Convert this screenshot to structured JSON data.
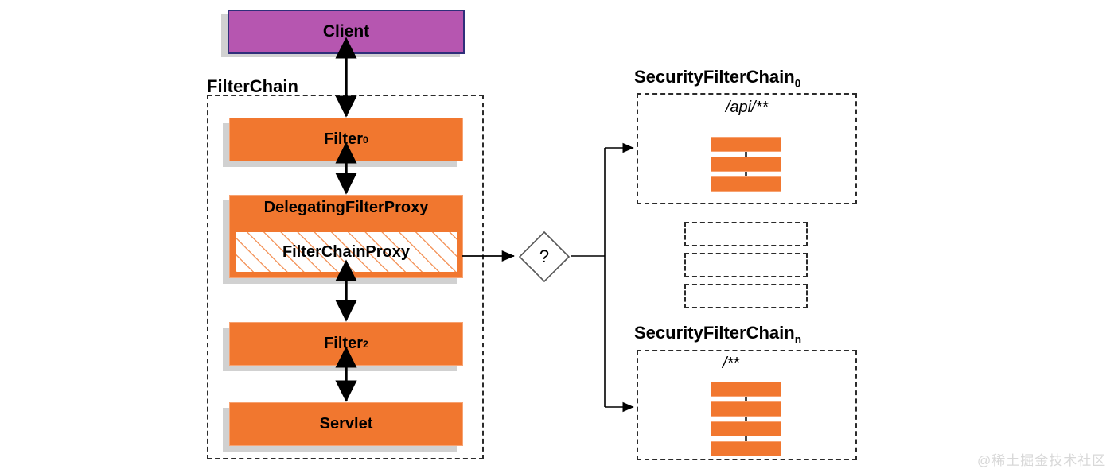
{
  "diagram": {
    "title_filterchain": "FilterChain",
    "client": {
      "label": "Client"
    },
    "filter0": {
      "label": "Filter",
      "subscript": "0"
    },
    "delegating_filter_proxy": {
      "label": "DelegatingFilterProxy"
    },
    "filter_chain_proxy": {
      "label": "FilterChainProxy"
    },
    "filter2": {
      "label": "Filter",
      "subscript": "2"
    },
    "servlet": {
      "label": "Servlet"
    },
    "decision": {
      "label": "?"
    },
    "security_filter_chain_0": {
      "label": "SecurityFilterChain",
      "subscript": "0",
      "path": "/api/**",
      "filter_count": 3
    },
    "security_filter_chain_n": {
      "label": "SecurityFilterChain",
      "subscript": "n",
      "path": "/**",
      "filter_count": 4
    },
    "placeholder_slots": 3,
    "watermark": "@稀土掘金技术社区"
  },
  "colors": {
    "orange": "#f1772f",
    "orange_border": "#f7a271",
    "client_fill": "#b656b0",
    "client_border": "#2f2f7a",
    "dashed": "#2b2b2b",
    "shadow": "#c9c9c9",
    "watermark": "#d8d8d8",
    "background": "#ffffff"
  }
}
